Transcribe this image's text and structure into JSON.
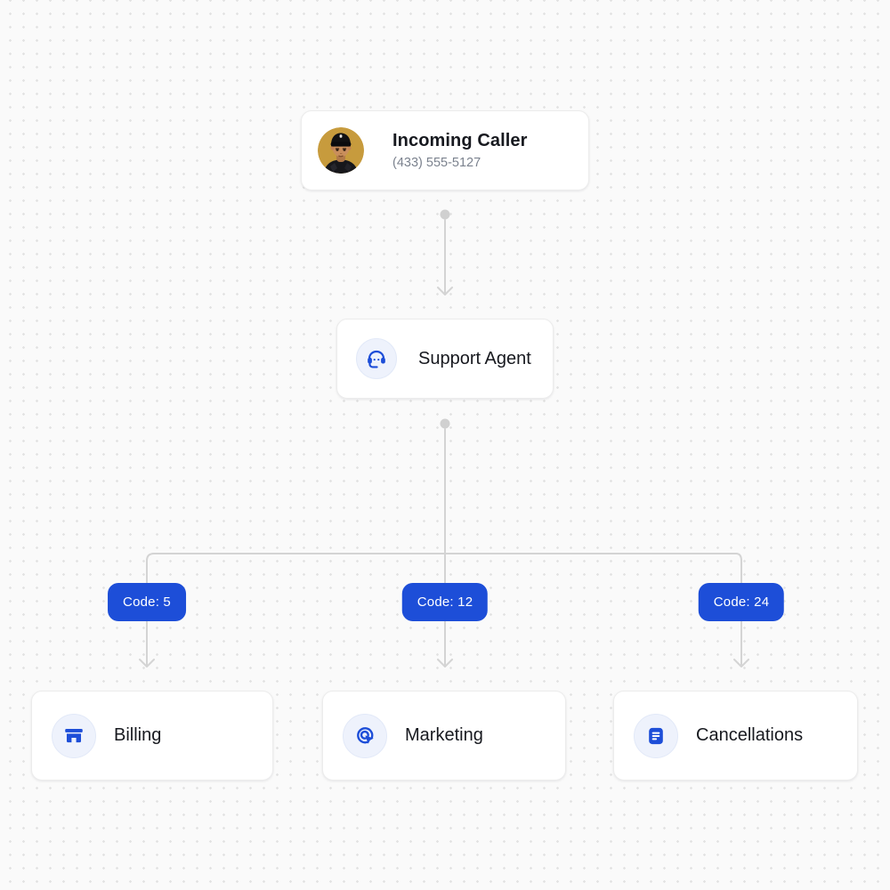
{
  "page": {
    "type": "call-routing-flow-diagram"
  },
  "colors": {
    "accent_blue": "#1d4ed8",
    "connector_gray": "#d4d4d4",
    "canvas_bg": "#fafafa",
    "dot_grid": "#e3e3e3",
    "card_bg": "#ffffff",
    "title_text": "#17191f",
    "subtitle_text": "#7b828e"
  },
  "nodes": {
    "caller": {
      "title": "Incoming Caller",
      "phone": "(433) 555-5127",
      "avatar": "photo of man in black beanie on yellow background"
    },
    "agent": {
      "label": "Support Agent",
      "icon": "headset-icon"
    },
    "departments": [
      {
        "code": "Code: 5",
        "label": "Billing",
        "icon": "storefront-icon"
      },
      {
        "code": "Code: 12",
        "label": "Marketing",
        "icon": "click-target-icon"
      },
      {
        "code": "Code: 24",
        "label": "Cancellations",
        "icon": "document-lines-icon"
      }
    ]
  },
  "edges": [
    {
      "from": "incoming-caller",
      "to": "support-agent"
    },
    {
      "from": "support-agent",
      "to": "billing",
      "code": "Code: 5"
    },
    {
      "from": "support-agent",
      "to": "marketing",
      "code": "Code: 12"
    },
    {
      "from": "support-agent",
      "to": "cancellations",
      "code": "Code: 24"
    }
  ]
}
